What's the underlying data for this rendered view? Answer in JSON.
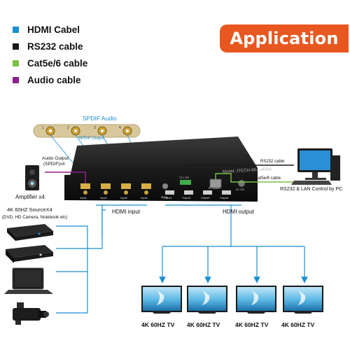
{
  "legend": [
    {
      "label": "HDMI Cabel",
      "color": "#1a8fd1"
    },
    {
      "label": "RS232 cable",
      "color": "#1a1a1a"
    },
    {
      "label": "Cat5e/6 cable",
      "color": "#7bc142"
    },
    {
      "label": "Audio cable",
      "color": "#8e1f8c"
    }
  ],
  "banner": {
    "title": "Application",
    "color": "#e8571f"
  },
  "spdif": {
    "title": "SPDIF Audio",
    "output_label": "SPDIF Output",
    "ports": [
      "1",
      "2",
      "3",
      "4"
    ]
  },
  "audio_output": {
    "label_line1": "Audio Output",
    "label_line2": "(SPDIF)x4"
  },
  "amplifier": {
    "label": "Amplifier x4"
  },
  "sources": {
    "title_line1": "4K 60HZ SourceX4",
    "title_line2": "(DVD, HD Camera, Notebook etc)"
  },
  "device": {
    "model": "Model: JTECH-4X4-HDBA",
    "inputs": [
      "Input1",
      "Input2",
      "Input3",
      "Input4"
    ],
    "outputs": [
      "Output1",
      "Output2",
      "Output3",
      "Output4"
    ],
    "ir_label": "IR Ext",
    "rs232_label": "TX  G  RX",
    "lan_label": "IP Control",
    "dc_label": "DC 12V"
  },
  "hdmi_input": {
    "label": "HDMI input"
  },
  "hdmi_output": {
    "label": "HDMI output"
  },
  "pc": {
    "rs232_label": "RS232 cable",
    "cat_label": "Cat5e/6 cable",
    "caption": "RS232 & LAN Control by PC"
  },
  "tvs": [
    {
      "label": "4K 60HZ TV"
    },
    {
      "label": "4K 60HZ TV"
    },
    {
      "label": "4K 60HZ TV"
    },
    {
      "label": "4K 60HZ TV"
    }
  ]
}
